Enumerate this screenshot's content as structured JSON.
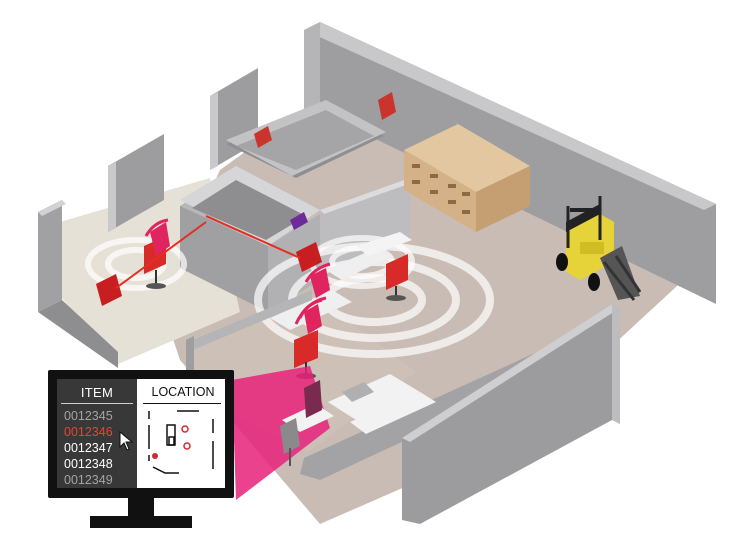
{
  "monitor": {
    "items_header": "ITEM",
    "location_header": "LOCATION",
    "items": [
      {
        "id": "0012345",
        "state": "dim"
      },
      {
        "id": "0012346",
        "state": "active"
      },
      {
        "id": "0012347",
        "state": "normal"
      },
      {
        "id": "0012348",
        "state": "normal"
      },
      {
        "id": "0012349",
        "state": "dim"
      }
    ]
  },
  "colors": {
    "wall": "#9c9c9e",
    "wall_light": "#c6c6c8",
    "floor": "#cbbfb7",
    "floor_light": "#e3ddd3",
    "tag_red": "#d6262f",
    "signal_pink": "#e8217a",
    "boxes": "#d8b892",
    "forklift": "#e8d53a"
  }
}
